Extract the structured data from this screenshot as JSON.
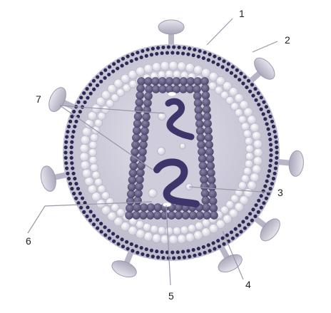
{
  "diagram": {
    "labels": [
      {
        "id": "label-1",
        "text": "1"
      },
      {
        "id": "label-2",
        "text": "2"
      },
      {
        "id": "label-3",
        "text": "3"
      },
      {
        "id": "label-4",
        "text": "4"
      },
      {
        "id": "label-5",
        "text": "5"
      },
      {
        "id": "label-6",
        "text": "6"
      },
      {
        "id": "label-7",
        "text": "7"
      }
    ]
  },
  "colors": {
    "envelope": "#2b2a57",
    "matrix_beads": "#e8e6f0",
    "capsid": "#575074",
    "interior": "#d4d2de",
    "spike": "#c8c6d4",
    "rna": "#3e356b",
    "leader_line": "#9a98aa"
  }
}
